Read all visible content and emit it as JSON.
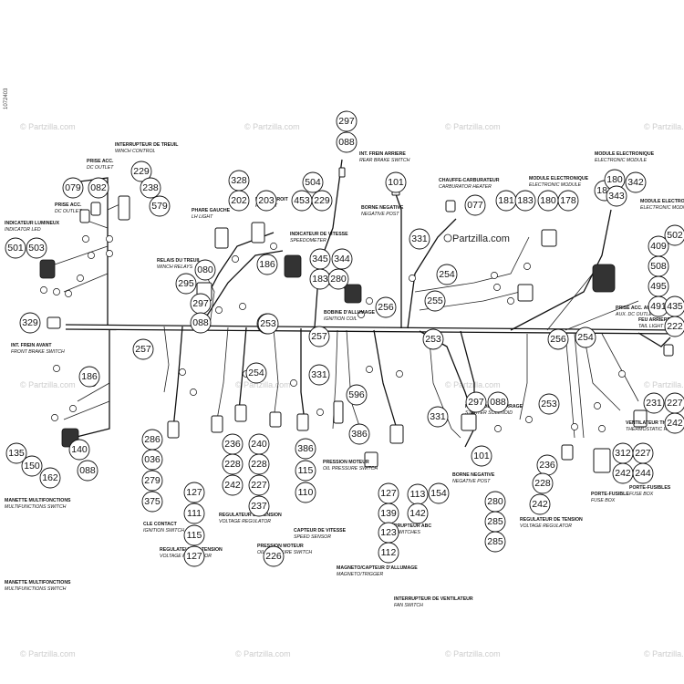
{
  "document": {
    "side_id": "1072403",
    "brand": "Partzilla.com",
    "watermark": "© Partzilla.com"
  },
  "labels": [
    {
      "fr": "INTERRUPTEUR DE TREUIL",
      "en": "WINCH CONTROL"
    },
    {
      "fr": "PRISE ACC.",
      "en": "DC OUTLET"
    },
    {
      "fr": "PRISE ACC.",
      "en": "DC OUTLET"
    },
    {
      "fr": "INDICATEUR LUMINEUX",
      "en": "INDICATOR LED"
    },
    {
      "fr": "PHARE GAUCHE",
      "en": "LH LIGHT"
    },
    {
      "fr": "PHARE DROIT",
      "en": "RH LIGHT"
    },
    {
      "fr": "INDICATEUR DE VITESSE",
      "en": "SPEEDOMETER"
    },
    {
      "fr": "RELAIS DU TREUIL",
      "en": "WINCH RELAYS"
    },
    {
      "fr": "INT. FREIN ARRIERE",
      "en": "REAR BRAKE SWITCH"
    },
    {
      "fr": "BORNE NEGATIVE",
      "en": "NEGATIVE POST"
    },
    {
      "fr": "CHAUFFE-CARBURATEUR",
      "en": "CARBURATOR HEATER"
    },
    {
      "fr": "MODULE ELECTRONIQUE",
      "en": "ELECTRONIC MODULE"
    },
    {
      "fr": "MODULE ELECTRONIQUE",
      "en": "ELECTRONIC MODULE"
    },
    {
      "fr": "MODULE ELECTRONIQUE",
      "en": "ELECTRONIC MODULE"
    },
    {
      "fr": "BOBINE D'ALLUMAGE",
      "en": "IGNITION COIL"
    },
    {
      "fr": "FEU ARRIERE",
      "en": "TAIL LIGHT"
    },
    {
      "fr": "PRISE ACC. AUX.",
      "en": "AUX. DC OUTLET"
    },
    {
      "fr": "INT. FREIN AVANT",
      "en": "FRONT BRAKE SWITCH"
    },
    {
      "fr": "RELAIS DE DEMARRAGE",
      "en": "STARTER SOLENOID"
    },
    {
      "fr": "VENTILATEUR THERMOSTATIQUE",
      "en": "THERMOSTATIC FAN"
    },
    {
      "fr": "PRESSION MOTEUR",
      "en": "OIL PRESSURE SWITCH"
    },
    {
      "fr": "BORNE NEGATIVE",
      "en": "NEGATIVE POST"
    },
    {
      "fr": "PORTE-FUSIBLE",
      "en": "FUSE BOX"
    },
    {
      "fr": "PORTE-FUSIBLES",
      "en": "FUSE BOX"
    },
    {
      "fr": "MANETTE MULTIFONCTIONS",
      "en": "MULTIFUNCTIONS SWITCH"
    },
    {
      "fr": "MANETTE MULTIFONCTIONS",
      "en": "MULTIFUNCTIONS SWITCH"
    },
    {
      "fr": "CLE CONTACT",
      "en": "IGNITION SWITCH"
    },
    {
      "fr": "REGULATEUR DE TENSION",
      "en": "VOLTAGE REGULATOR"
    },
    {
      "fr": "CAPTEUR DE VITESSE",
      "en": "SPEED SENSOR"
    },
    {
      "fr": "INTERRUPTEUR ABC",
      "en": "AWD SWITCHES"
    },
    {
      "fr": "REGULATEUR DE TENSION",
      "en": "VOLTAGE REGULATOR"
    },
    {
      "fr": "REGULATEUR DE TENSION",
      "en": "VOLTAGE REGULATOR"
    },
    {
      "fr": "PRESSION MOTEUR",
      "en": "OIL PRESSURE SWITCH"
    },
    {
      "fr": "MAGNETO/CAPTEUR D'ALLUMAGE",
      "en": "MAGNETO/TRIGGER"
    },
    {
      "fr": "INTERRUPTEUR DE VENTILATEUR",
      "en": "FAN SWITCH"
    }
  ],
  "parts": [
    "297",
    "088",
    "229",
    "238",
    "579",
    "079",
    "082",
    "501",
    "503",
    "328",
    "202",
    "203",
    "186",
    "080",
    "295",
    "297",
    "088",
    "504",
    "453",
    "229",
    "345",
    "344",
    "183",
    "280",
    "101",
    "077",
    "181",
    "183",
    "180",
    "178",
    "183",
    "180",
    "342",
    "343",
    "409",
    "508",
    "495",
    "491",
    "502",
    "435",
    "222",
    "227",
    "242",
    "231",
    "253",
    "253",
    "257",
    "256",
    "253",
    "256",
    "254",
    "331",
    "254",
    "255",
    "329",
    "186",
    "257",
    "254",
    "331",
    "596",
    "386",
    "297",
    "088",
    "253",
    "331",
    "101",
    "236",
    "228",
    "242",
    "280",
    "285",
    "285",
    "312",
    "227",
    "242",
    "244",
    "286",
    "036",
    "279",
    "375",
    "127",
    "111",
    "115",
    "127",
    "236",
    "228",
    "242",
    "240",
    "228",
    "227",
    "237",
    "226",
    "386",
    "115",
    "110",
    "127",
    "113",
    "142",
    "154",
    "139",
    "123",
    "112",
    "135",
    "150",
    "162",
    "140",
    "088",
    "297"
  ]
}
